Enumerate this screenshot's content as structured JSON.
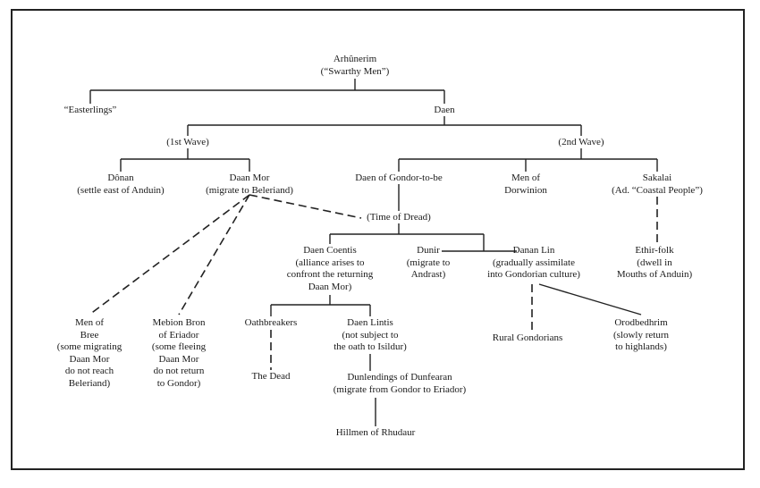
{
  "nodes": {
    "arhunerim": [
      "Arhûnerim",
      "(“Swarthy Men”)"
    ],
    "easterlings": [
      "“Easterlings”"
    ],
    "daen": [
      "Daen"
    ],
    "first_wave": [
      "(1st Wave)"
    ],
    "second_wave": [
      "(2nd Wave)"
    ],
    "donan": [
      "Dônan",
      "(settle east of Anduin)"
    ],
    "daan_mor": [
      "Daan Mor",
      "(migrate to Beleriand)"
    ],
    "daen_gondor": [
      "Daen of Gondor-to-be"
    ],
    "men_dorwinion": [
      "Men of",
      "Dorwinion"
    ],
    "sakalai": [
      "Sakalai",
      "(Ad. “Coastal People”)"
    ],
    "time_of_dread": [
      "(Time of Dread)"
    ],
    "daen_coentis": [
      "Daen Coentis",
      "(alliance arises to",
      "confront the returning",
      "Daan Mor)"
    ],
    "dunir": [
      "Dunir",
      "(migrate to",
      "Andrast)"
    ],
    "danan_lin": [
      "Danan Lin",
      "(gradually assimilate",
      "into Gondorian culture)"
    ],
    "ethir_folk": [
      "Ethir-folk",
      "(dwell in",
      "Mouths of Anduin)"
    ],
    "men_of_bree": [
      "Men of",
      "Bree",
      "(some migrating",
      "Daan Mor",
      "do not reach",
      "Beleriand)"
    ],
    "mebion_bron": [
      "Mebion Bron",
      "of Eriador",
      "(some fleeing",
      "Daan Mor",
      "do not return",
      "to Gondor)"
    ],
    "oathbreakers": [
      "Oathbreakers"
    ],
    "daen_lintis": [
      "Daen Lintis",
      "(not subject to",
      "the oath to Isildur)"
    ],
    "rural_gondorians": [
      "Rural Gondorians"
    ],
    "orodbedhrim": [
      "Orodbedhrim",
      "(slowly return",
      "to highlands)"
    ],
    "the_dead": [
      "The Dead"
    ],
    "dunlendings": [
      "Dunlendings of Dunfearan",
      "(migrate from Gondor to Eriador)"
    ],
    "hillmen": [
      "Hillmen of Rhudaur"
    ]
  }
}
